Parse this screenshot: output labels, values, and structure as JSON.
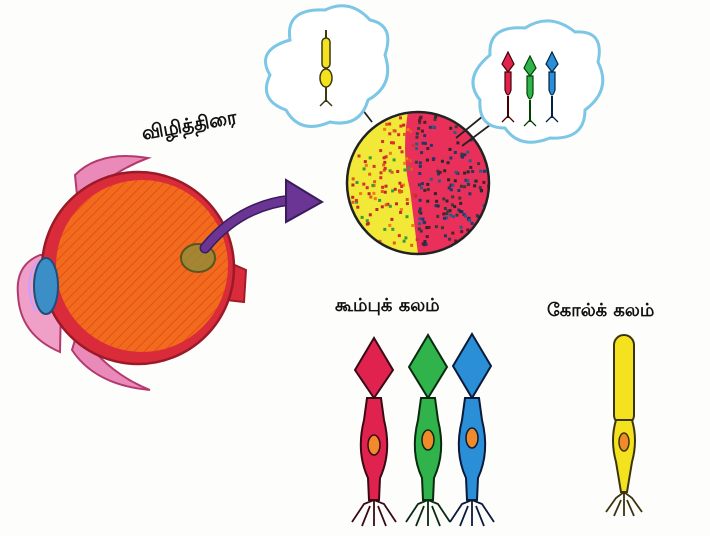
{
  "labels": {
    "retina": "விழித்திரை",
    "cone_cell": "கூம்புக் கலம்",
    "rod_cell": "கோல்க் கலம்"
  },
  "colors": {
    "eyeball": "#f26a1e",
    "eyeball_rim": "#d92b3a",
    "sclera_pink": "#e98ab8",
    "arrow": "#5b2d82",
    "retina_yellow": "#f2e838",
    "retina_red": "#e8305a",
    "bubble_outline": "#7cc6e6",
    "cone_red": "#e0234e",
    "cone_green": "#2fb34a",
    "cone_blue": "#2a8fd6",
    "rod_yellow": "#f4e21f",
    "nucleus": "#f08a2a"
  }
}
